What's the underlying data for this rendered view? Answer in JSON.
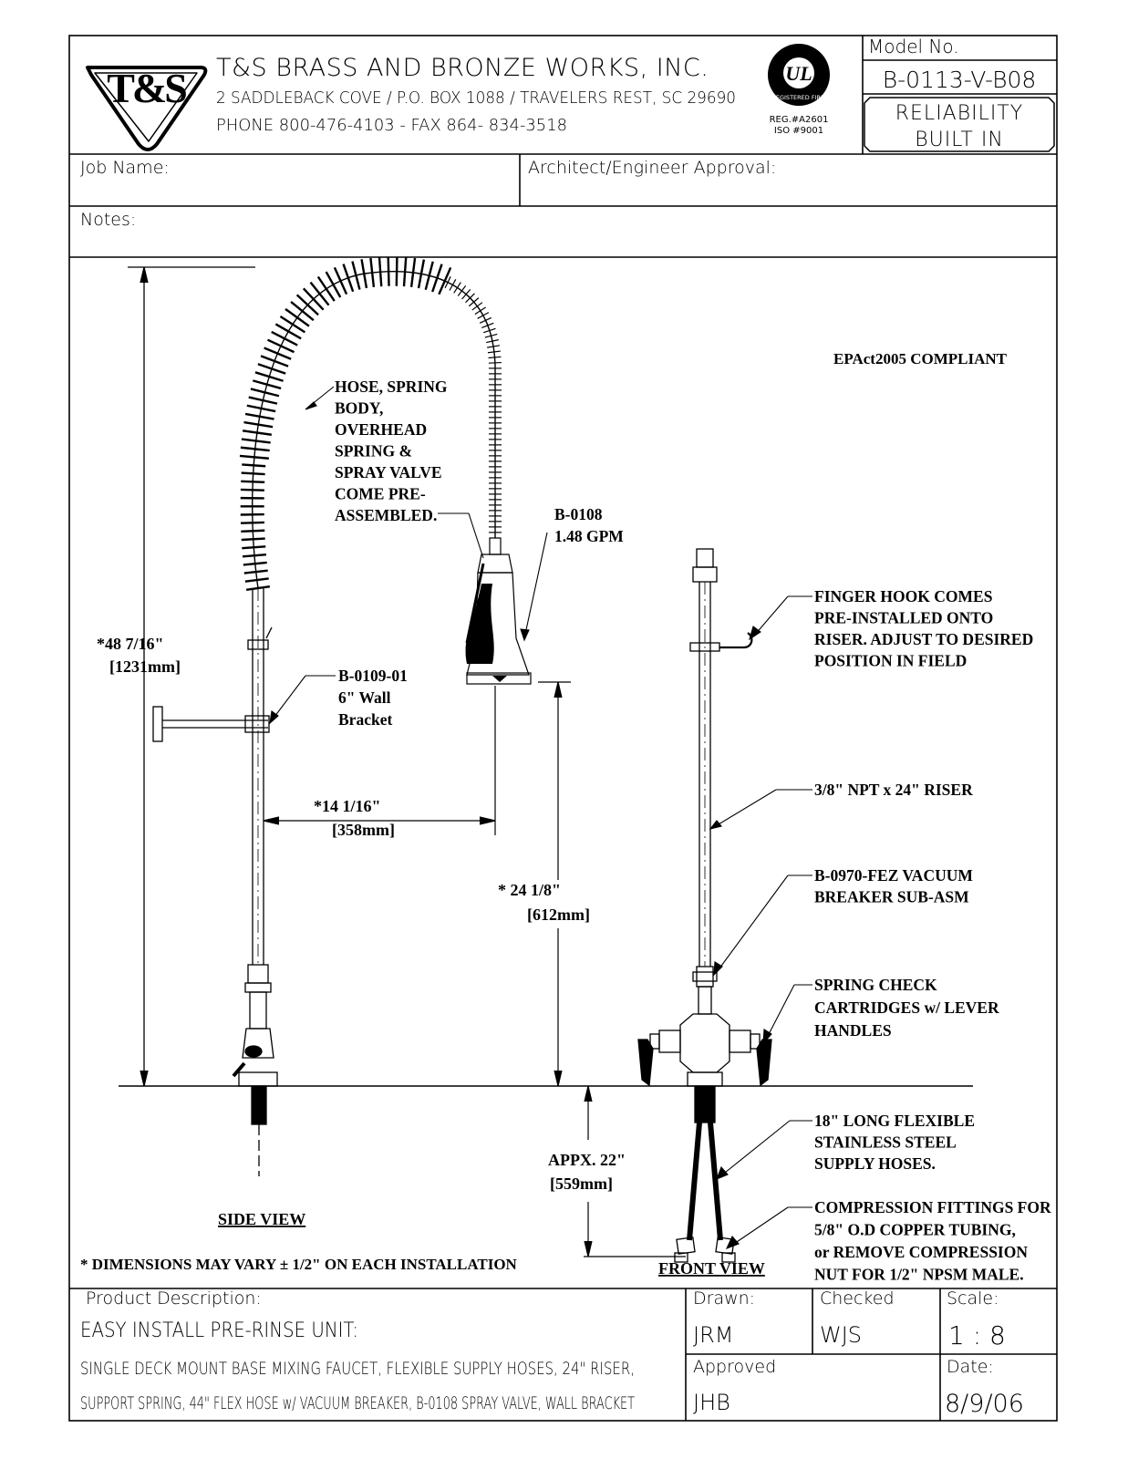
{
  "company": {
    "logo_text": "T&S",
    "name": "T&S BRASS AND BRONZE WORKS, INC.",
    "address": "2 SADDLEBACK COVE / P.O. BOX 1088 / TRAVELERS REST, SC 29690",
    "phone": "PHONE 800-476-4103 - FAX  864- 834-3518"
  },
  "certification": {
    "mark": "UL",
    "ring_text": "REGISTERED FIRM",
    "reg_line1": "REG.#A2601",
    "reg_line2": "ISO #9001"
  },
  "model": {
    "label": "Model  No.",
    "number": "B-0113-V-B08",
    "slogan_line1": "RELIABILITY",
    "slogan_line2": "BUILT IN"
  },
  "fields": {
    "job_name": "Job  Name:",
    "architect": "Architect/Engineer  Approval:",
    "notes": "Notes:"
  },
  "drawing": {
    "compliance": "EPAct2005  COMPLIANT",
    "side_view_label": "SIDE  VIEW",
    "front_view_label": "FRONT  VIEW",
    "disclaimer": "* DIMENSIONS MAY VARY ± 1/2\" ON EACH INSTALLATION",
    "dim_height": "*48  7/16\"",
    "dim_height_mm": "[1231mm]",
    "dim_reach": "*14  1/16\"",
    "dim_reach_mm": "[358mm]",
    "dim_clearance": "*   24  1/8\"",
    "dim_clearance_mm": "[612mm]",
    "dim_below": "APPX.  22\"",
    "dim_below_mm": "[559mm]",
    "callout_hose": [
      "HOSE, SPRING",
      "BODY,",
      "OVERHEAD",
      "SPRING &",
      "SPRAY VALVE",
      "COME PRE-",
      "ASSEMBLED."
    ],
    "callout_valve": [
      "B-0108",
      "1.48  GPM"
    ],
    "callout_bracket": [
      "B-0109-01",
      "6\" Wall",
      "Bracket"
    ],
    "callout_hook": [
      "FINGER HOOK COMES",
      "PRE-INSTALLED ONTO",
      "RISER. ADJUST TO DESIRED",
      "POSITION IN FIELD"
    ],
    "callout_riser": [
      "3/8\" NPT x 24\" RISER"
    ],
    "callout_vacuum": [
      "B-0970-FEZ VACUUM",
      "BREAKER SUB-ASM"
    ],
    "callout_check": [
      "SPRING CHECK",
      "CARTRIDGES w/ LEVER",
      "HANDLES"
    ],
    "callout_supply": [
      "18\" LONG FLEXIBLE",
      "STAINLESS STEEL",
      "SUPPLY HOSES."
    ],
    "callout_compression": [
      "COMPRESSION FITTINGS FOR",
      "5/8\" O.D COPPER TUBING,",
      "or REMOVE COMPRESSION",
      "NUT FOR 1/2\" NPSM MALE."
    ]
  },
  "footer": {
    "product_label": "Product  Description:",
    "product_title": "EASY INSTALL PRE-RINSE UNIT:",
    "product_desc1": "SINGLE DECK MOUNT BASE MIXING FAUCET, FLEXIBLE SUPPLY HOSES, 24\" RISER,",
    "product_desc2": "SUPPORT SPRING, 44\" FLEX HOSE w/ VACUUM BREAKER, B-0108 SPRAY VALVE, WALL BRACKET",
    "drawn_label": "Drawn:",
    "drawn_value": "JRM",
    "checked_label": "Checked",
    "checked_value": "WJS",
    "scale_label": "Scale:",
    "scale_value": "1 : 8",
    "approved_label": "Approved",
    "approved_value": "JHB",
    "date_label": "Date:",
    "date_value": "8/9/06"
  }
}
